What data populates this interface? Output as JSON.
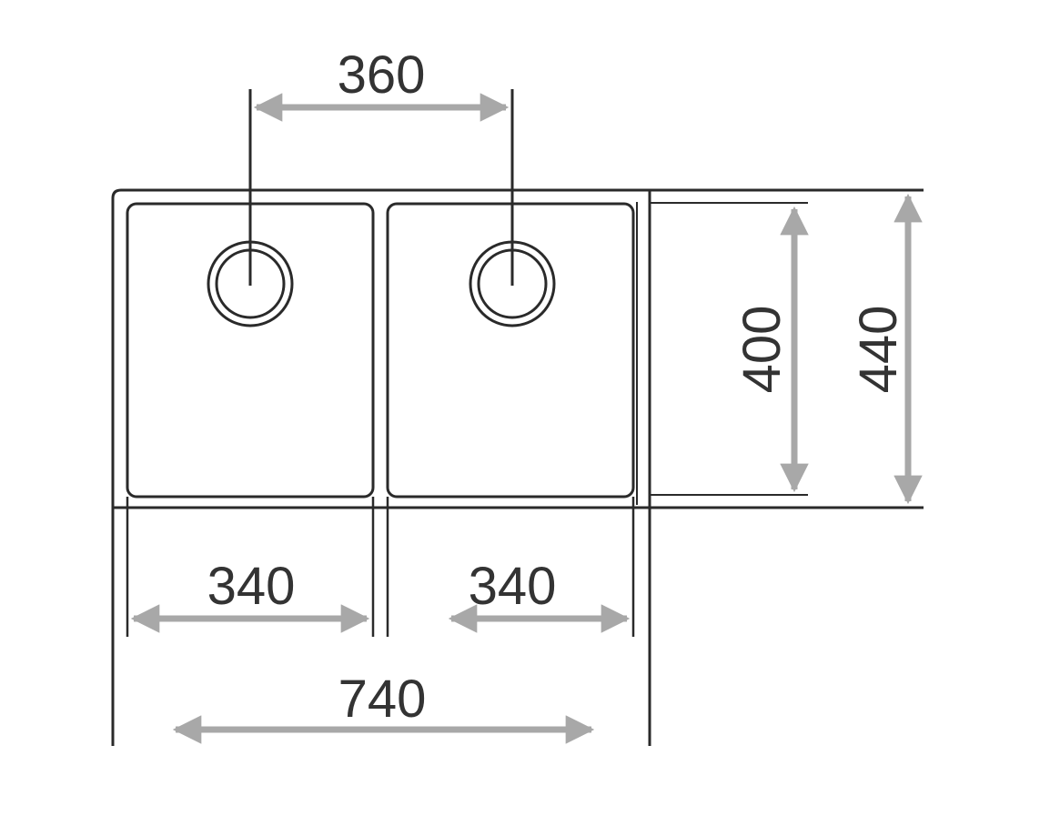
{
  "dimensions": {
    "drain_spacing": "360",
    "bowl_left_width": "340",
    "bowl_right_width": "340",
    "overall_width": "740",
    "bowl_depth": "400",
    "overall_depth": "440"
  },
  "colors": {
    "line": "#2a2a2a",
    "arrow": "#a8a8a8",
    "text": "#333333"
  }
}
